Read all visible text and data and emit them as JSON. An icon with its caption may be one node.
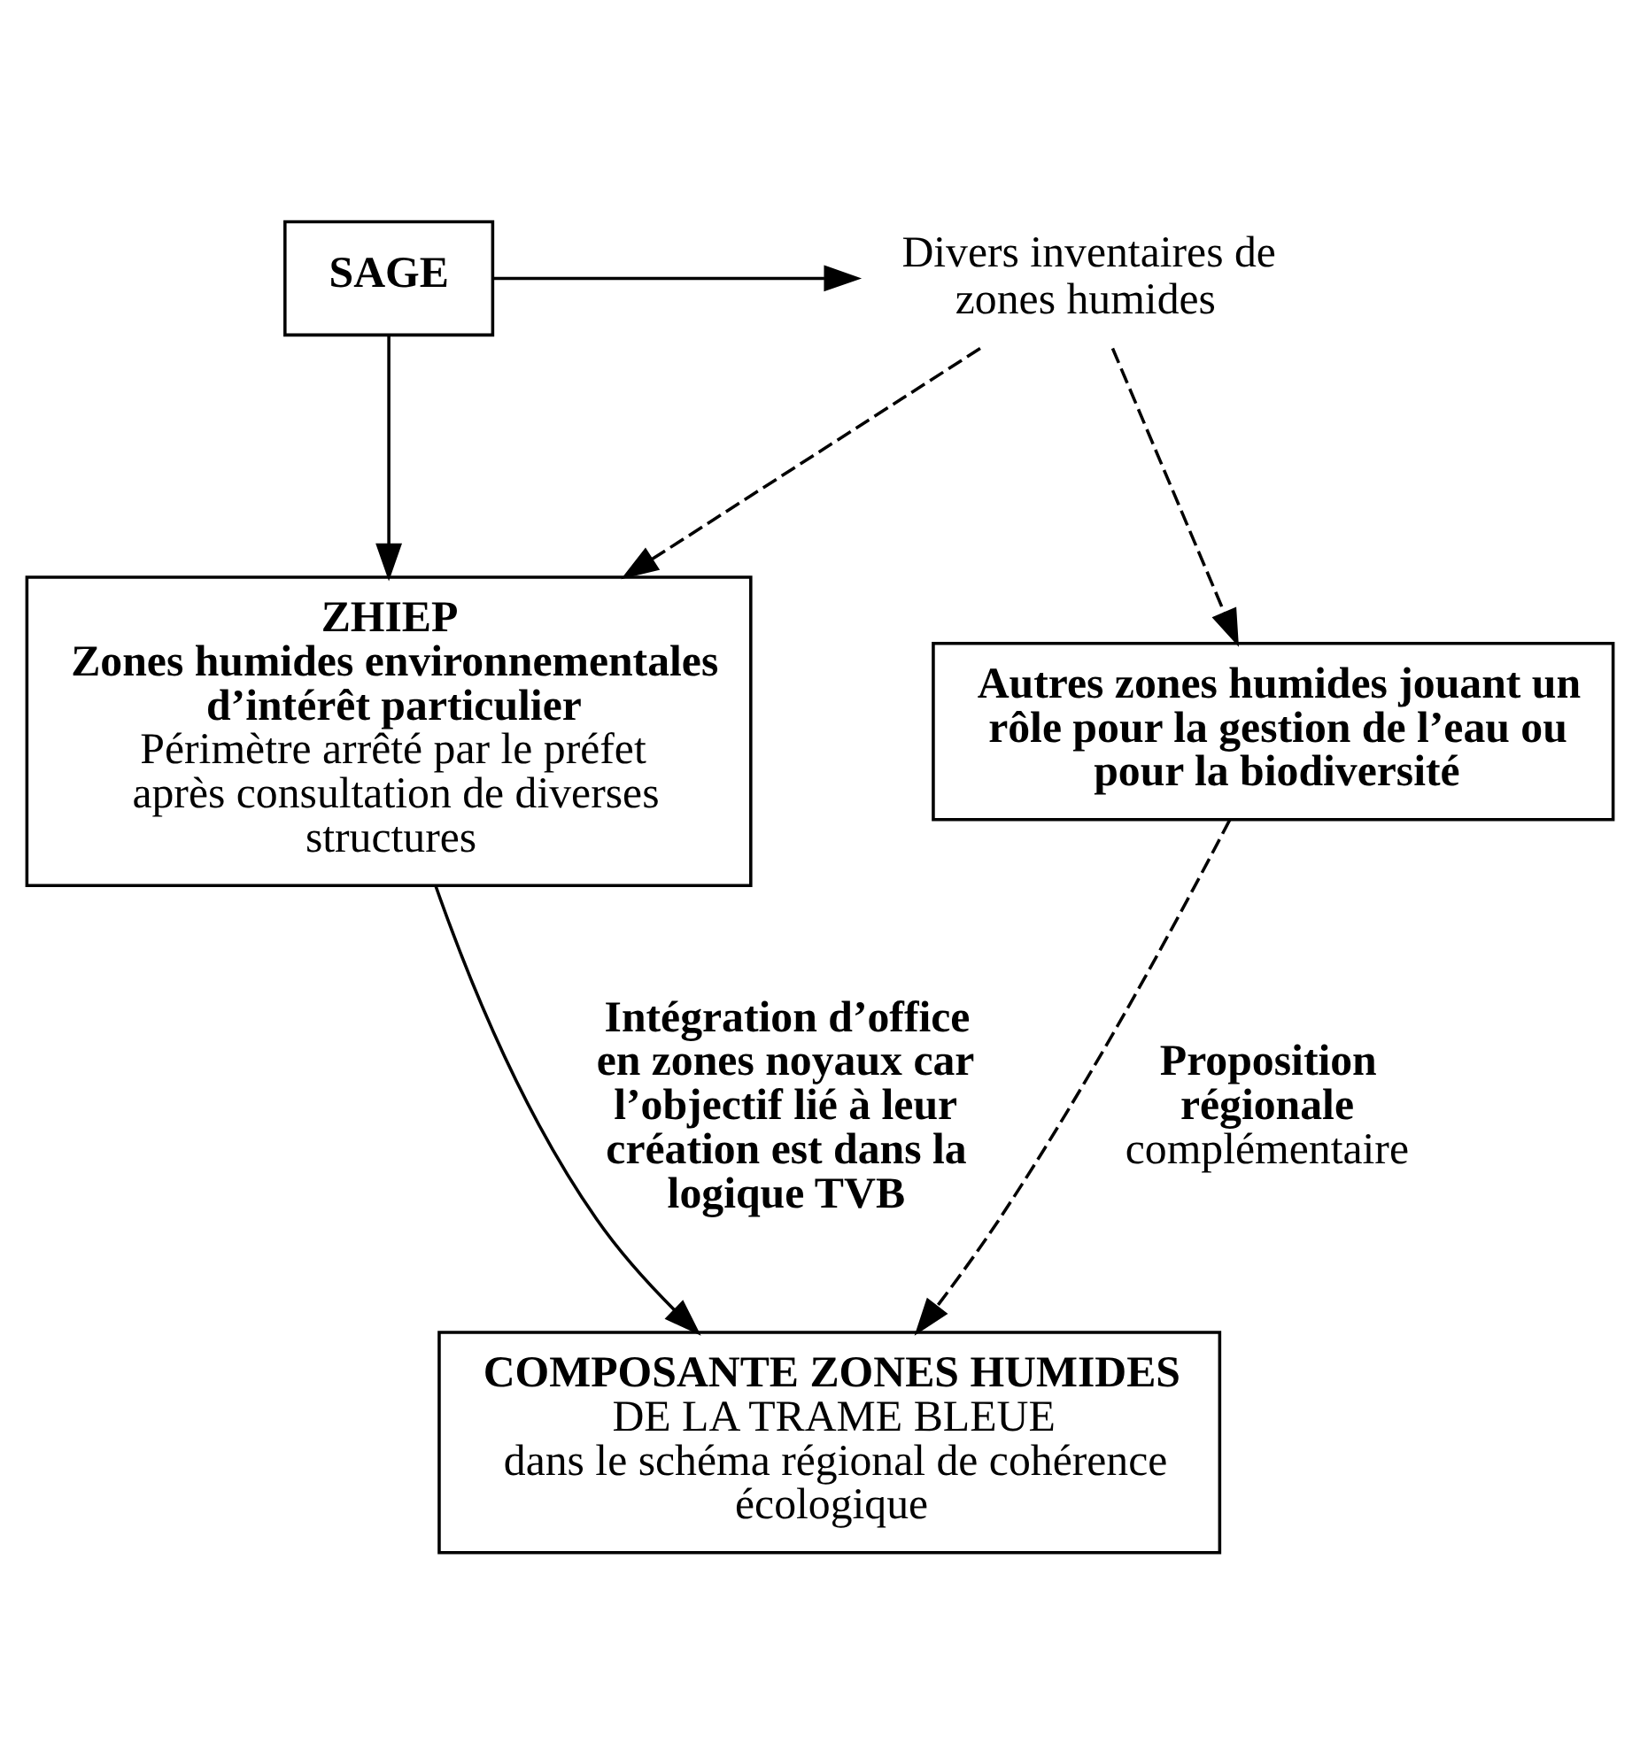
{
  "diagram": {
    "nodes": [
      {
        "text": [
          "SAGE"
        ]
      },
      {
        "text": [
          "Divers inventaires de zones humides"
        ]
      },
      {
        "text": [
          "ZHIEP",
          "Zones humides environnementales d’intérêt particulier",
          "Périmètre arrêté par le préfet après consultation de diverses structures"
        ]
      },
      {
        "text": [
          "Autres zones humides jouant un rôle pour la gestion de l’eau ou pour la biodiversité"
        ]
      },
      {
        "text": [
          "COMPOSANTE ZONES HUMIDES",
          "DE LA TRAME BLEUE",
          "dans le schéma régional de cohérence écologique"
        ]
      }
    ],
    "edges": [
      {
        "from": 0,
        "to": 1,
        "arrow": "to"
      },
      {
        "from": 0,
        "to": 2,
        "arrow": "to"
      },
      {
        "from": 1,
        "to": 2,
        "arrow": "to",
        "style": "dashed"
      },
      {
        "from": 1,
        "to": 3,
        "arrow": "to",
        "style": "dashed"
      },
      {
        "from": 2,
        "to": 4,
        "arrow": "to",
        "label": "Intégration d’office en zones noyaux car l’objectif lié à leur création est dans la logique TVB"
      },
      {
        "from": 3,
        "to": 4,
        "arrow": "to",
        "style": "dashed",
        "label": "**Proposition régionale** complémentaire"
      }
    ]
  }
}
